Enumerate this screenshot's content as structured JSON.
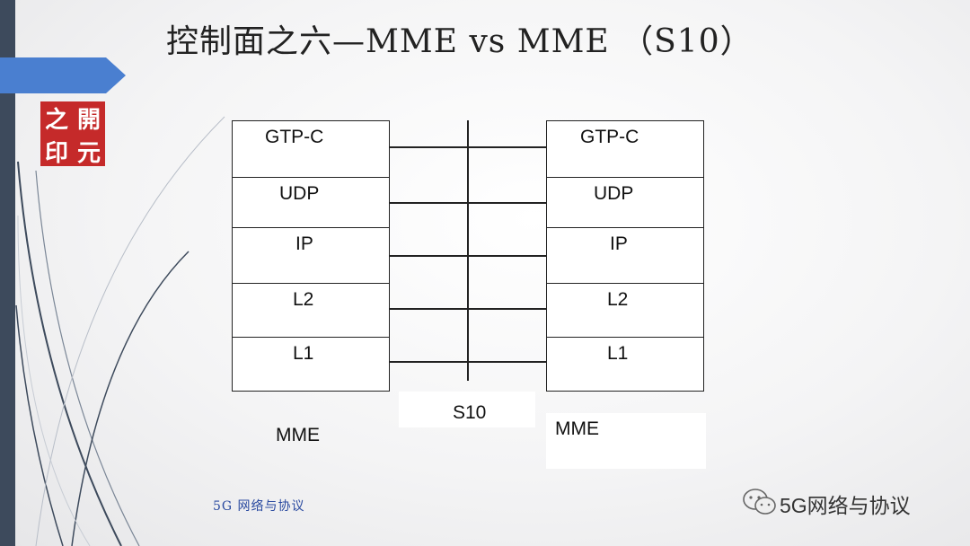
{
  "slide": {
    "title": "控制面之六—MME vs MME （S10）",
    "logo_chars": [
      "之",
      "開",
      "印",
      "元"
    ],
    "footer_left": "5G 网络与协议",
    "footer_right": "5G网络与协议",
    "accent_color": "#3d4a5c",
    "arrow_color": "#4a7fd0",
    "logo_color": "#c52a2a"
  },
  "diagram": {
    "left_stack": {
      "label": "MME",
      "layers": [
        "GTP-C",
        "UDP",
        "IP",
        "L2",
        "L1"
      ]
    },
    "right_stack": {
      "label": "MME",
      "layers": [
        "GTP-C",
        "UDP",
        "IP",
        "L2",
        "L1"
      ]
    },
    "interface_label": "S10"
  }
}
